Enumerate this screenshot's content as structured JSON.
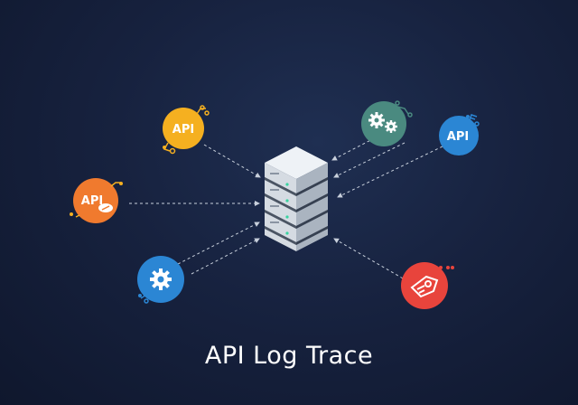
{
  "title": "API Log Trace",
  "badges": {
    "api_yellow": "API",
    "api_orange": "API",
    "api_blue": "API"
  },
  "colors": {
    "yellow": "#f5b020",
    "orange": "#f07a2e",
    "teal": "#4a8a80",
    "blue": "#2b86d4",
    "red": "#e8443c",
    "server_light": "#e8ecf1",
    "server_dark": "#9aa4b0"
  }
}
